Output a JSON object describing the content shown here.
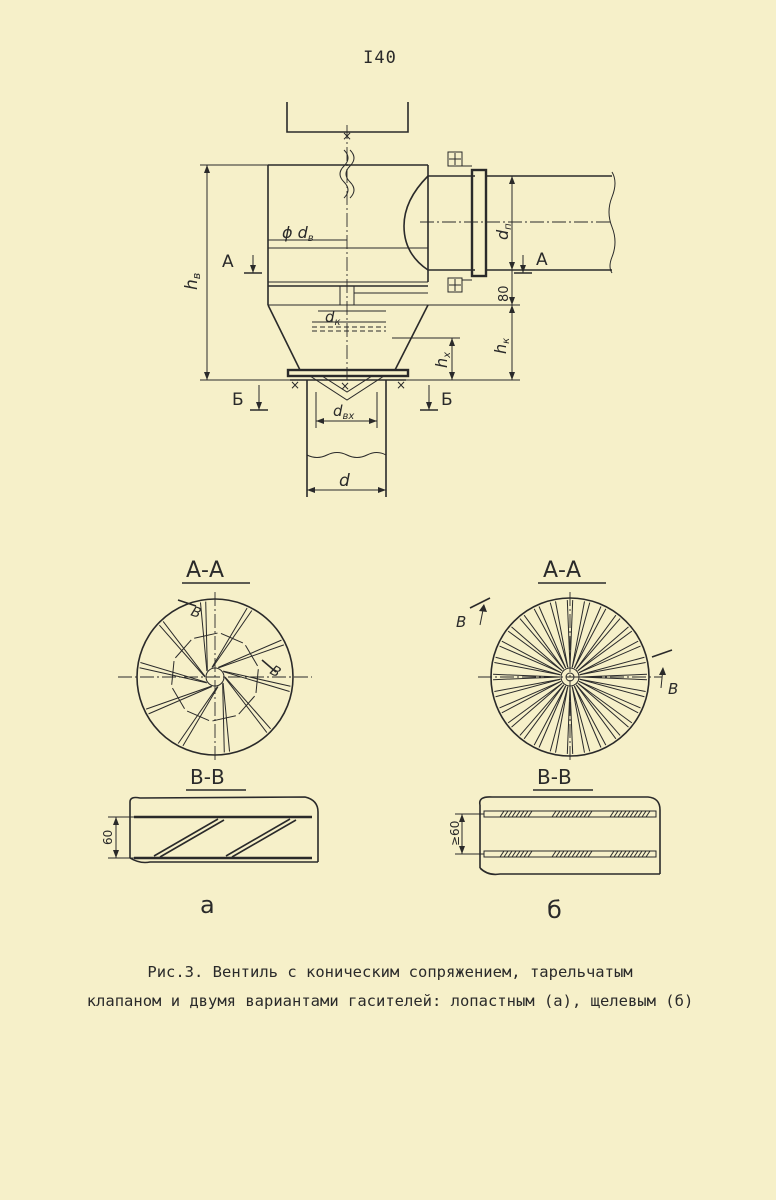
{
  "page_number": "I40",
  "labels": {
    "dv": "ϕ d",
    "dv_sub": "в",
    "dn": "d",
    "dn_sub": "п",
    "dk": "d",
    "dk_sub": "к",
    "dvx": "d",
    "dvx_sub": "вх",
    "d": "d",
    "hv": "h",
    "hv_sub": "в",
    "hk": "h",
    "hk_sub": "к",
    "hx": "h",
    "hx_sub": "х",
    "dim_80": "80",
    "section_A": "А",
    "section_B": "Б",
    "section_V": "В",
    "section_AA": "А-А",
    "section_VV": "В-В",
    "dim_60": "60",
    "dim_ge60": "≥60",
    "variant_a": "а",
    "variant_b": "б"
  },
  "caption": {
    "line1": "Рис.3. Вентиль с коническим сопряжением, тарельчатым",
    "line2": "клапаном и двумя вариантами гасителей: лопастным (а), щелевым (б)"
  }
}
